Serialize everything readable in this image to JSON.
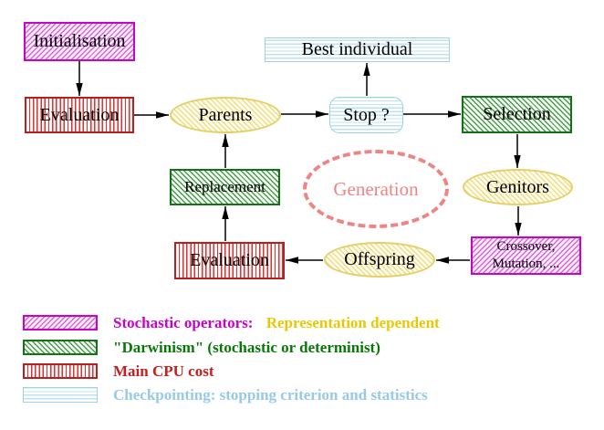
{
  "nodes": {
    "initialisation": {
      "label": "Initialisation"
    },
    "evaluation_top": {
      "label": "Evaluation"
    },
    "parents": {
      "label": "Parents"
    },
    "best_individual": {
      "label": "Best individual"
    },
    "stop": {
      "label": "Stop ?"
    },
    "selection": {
      "label": "Selection"
    },
    "genitors": {
      "label": "Genitors"
    },
    "crossover": {
      "line1": "Crossover,",
      "line2": "Mutation, ..."
    },
    "offspring": {
      "label": "Offspring"
    },
    "evaluation_bottom": {
      "label": "Evaluation"
    },
    "replacement": {
      "label": "Replacement"
    },
    "generation": {
      "label": "Generation"
    }
  },
  "legend": {
    "rows": [
      {
        "swatch": "magenta-hatch",
        "parts": [
          {
            "text": "Stochastic operators:",
            "color": "#cc00cc"
          },
          {
            "text": "Representation dependent",
            "color": "#e9c703"
          }
        ]
      },
      {
        "swatch": "green-hatch",
        "parts": [
          {
            "text": "\"Darwinism\" (stochastic or determinist)",
            "color": "#077807"
          }
        ]
      },
      {
        "swatch": "red-stripes",
        "parts": [
          {
            "text": "Main CPU cost",
            "color": "#c51f1f"
          }
        ]
      },
      {
        "swatch": "cyan-stripes",
        "parts": [
          {
            "text": "Checkpointing: stopping criterion and statistics",
            "color": "#98c9e6"
          }
        ]
      }
    ]
  },
  "colors": {
    "magenta": "#cc00cc",
    "green": "#167016",
    "red": "#b52020",
    "cyan": "#9fd1e3",
    "yellow_accent": "#e9c703",
    "salmon": "#ee8585",
    "arrow": "#000000"
  }
}
